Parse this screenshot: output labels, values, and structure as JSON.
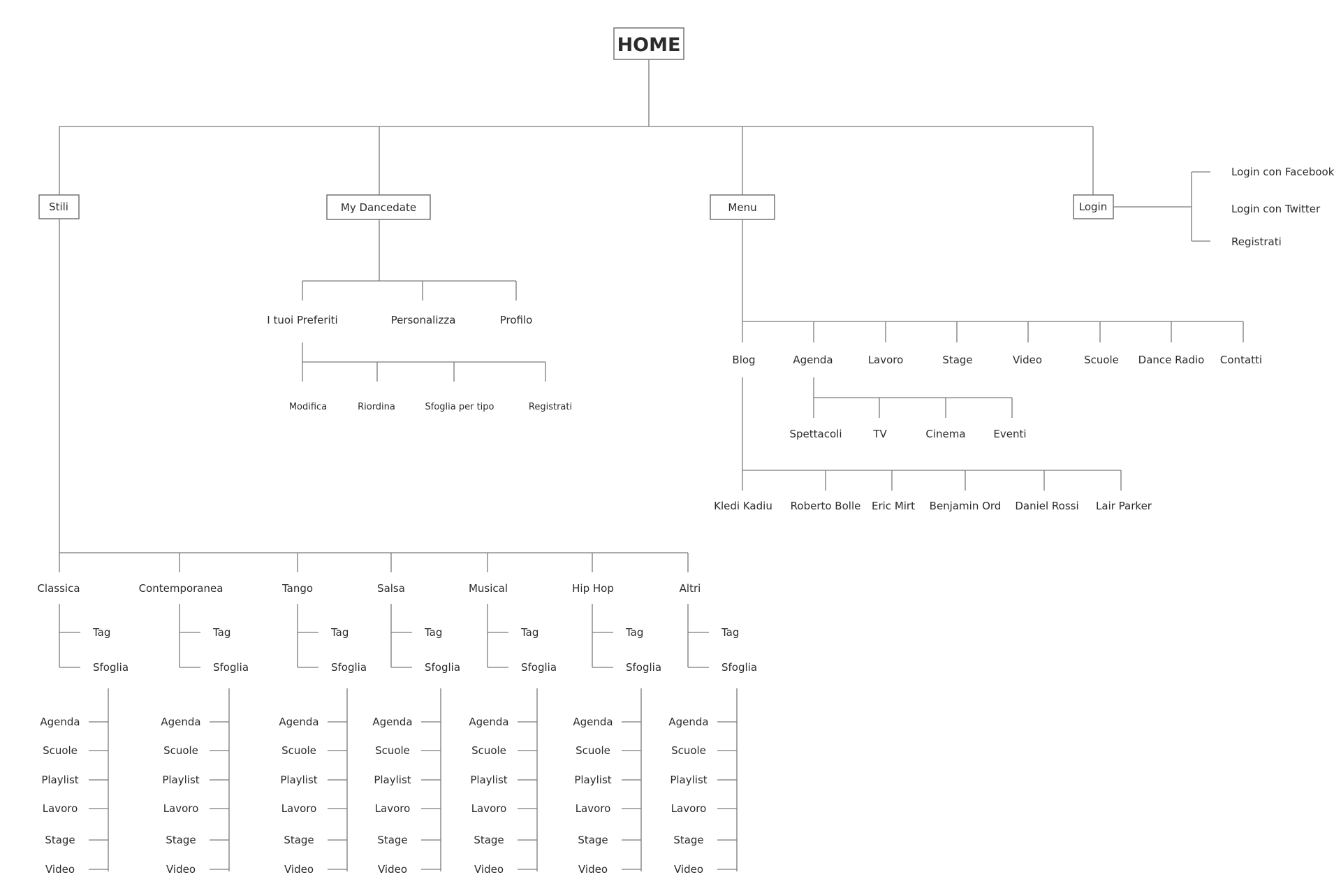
{
  "root": "HOME",
  "sections": {
    "stili": "Stili",
    "my_dancedate": "My Dancedate",
    "menu": "Menu",
    "login": "Login"
  },
  "login_options": [
    "Login con Facebook",
    "Login con Twitter",
    "Registrati"
  ],
  "my_dancedate_items": [
    "I tuoi Preferiti",
    "Personalizza",
    "Profilo"
  ],
  "preferiti_items": [
    "Modifica",
    "Riordina",
    "Sfoglia per tipo",
    "Registrati"
  ],
  "menu_items": [
    "Blog",
    "Agenda",
    "Lavoro",
    "Stage",
    "Video",
    "Scuole",
    "Dance Radio",
    "Contatti"
  ],
  "agenda_items": [
    "Spettacoli",
    "TV",
    "Cinema",
    "Eventi"
  ],
  "blog_items": [
    "Kledi Kadiu",
    "Roberto Bolle",
    "Eric Mirt",
    "Benjamin Ord",
    "Daniel Rossi",
    "Lair Parker"
  ],
  "styles": [
    "Classica",
    "Contemporanea",
    "Tango",
    "Salsa",
    "Musical",
    "Hip Hop",
    "Altri"
  ],
  "style_actions": [
    "Tag",
    "Sfoglia"
  ],
  "sfoglia_items": [
    "Agenda",
    "Scuole",
    "Playlist",
    "Lavoro",
    "Stage",
    "Video"
  ]
}
